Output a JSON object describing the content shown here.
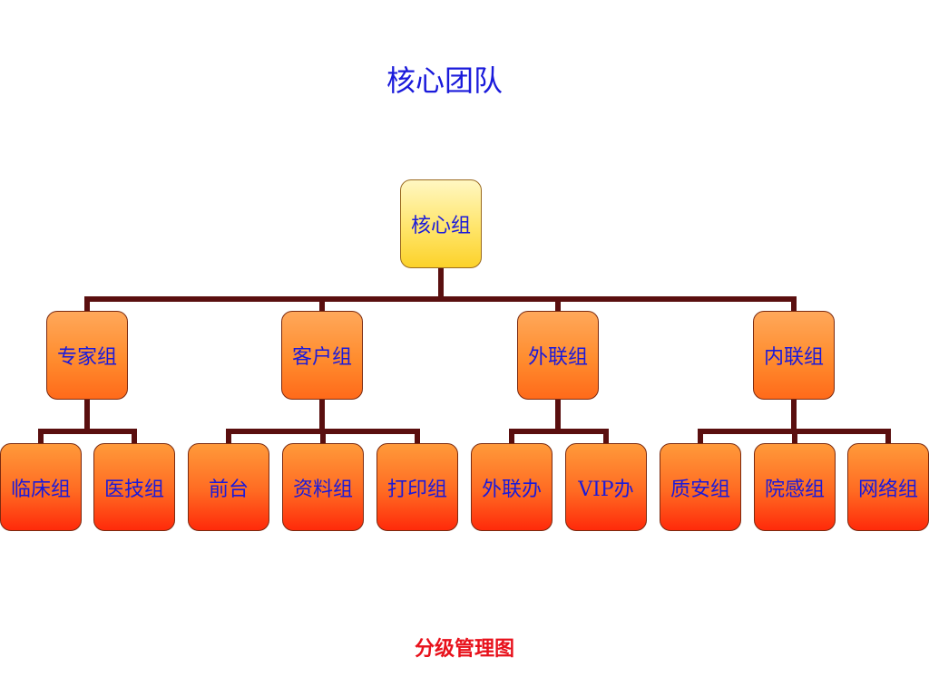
{
  "title": "核心团队",
  "caption": "分级管理图",
  "colors": {
    "title": "#1a1adb",
    "caption": "#e8111b",
    "connector": "#5a0f0f"
  },
  "root": {
    "label": "核心组"
  },
  "groups": [
    {
      "label": "专家组",
      "children": [
        "临床组",
        "医技组"
      ]
    },
    {
      "label": "客户组",
      "children": [
        "前台",
        "资料组",
        "打印组"
      ]
    },
    {
      "label": "外联组",
      "children": [
        "外联办",
        "VIP办"
      ]
    },
    {
      "label": "内联组",
      "children": [
        "质安组",
        "院感组",
        "网络组"
      ]
    }
  ]
}
